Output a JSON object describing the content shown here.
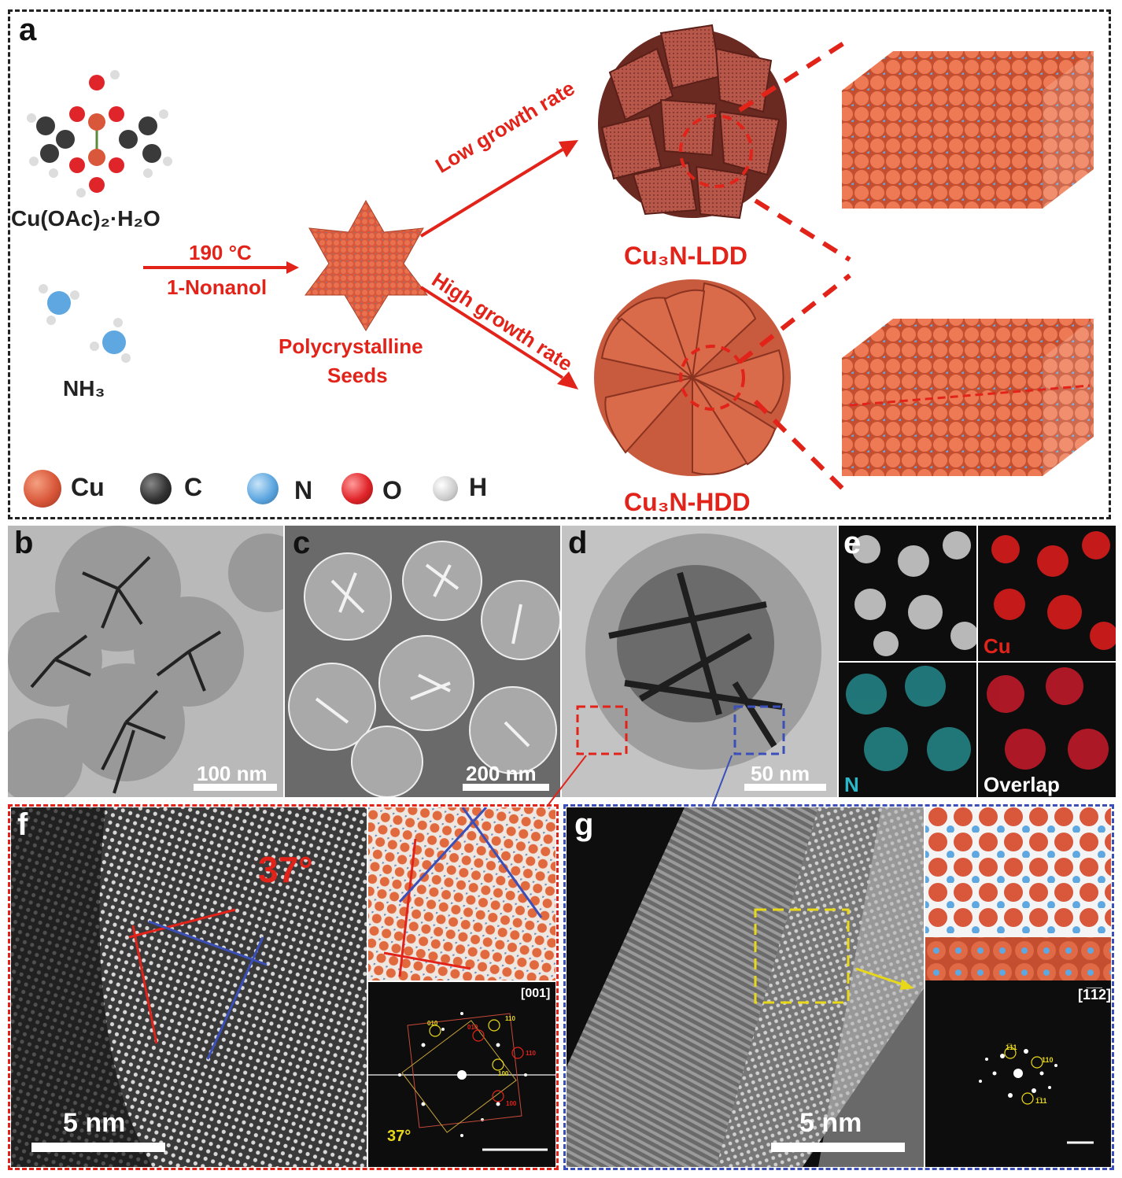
{
  "panels": {
    "a": {
      "letter": "a",
      "precursor": "Cu(OAc)₂·H₂O",
      "ammonia": "NH₃",
      "condition_temp": "190 °C",
      "condition_solvent": "1-Nonanol",
      "seeds_line1": "Polycrystalline",
      "seeds_line2": "Seeds",
      "low_rate": "Low growth rate",
      "high_rate": "High growth rate",
      "ldd_label": "Cu₃N-LDD",
      "hdd_label": "Cu₃N-HDD",
      "legend": [
        {
          "symbol": "Cu",
          "color": "#e0694a"
        },
        {
          "symbol": "C",
          "color": "#3a3a3a"
        },
        {
          "symbol": "N",
          "color": "#5ea7e0"
        },
        {
          "symbol": "O",
          "color": "#e0252a"
        },
        {
          "symbol": "H",
          "color": "#e6e6e6"
        }
      ]
    },
    "b": {
      "letter": "b",
      "scale": "100 nm"
    },
    "c": {
      "letter": "c",
      "scale": "200 nm"
    },
    "d": {
      "letter": "d",
      "scale": "50 nm"
    },
    "e": {
      "letter": "e",
      "map_cu": "Cu",
      "map_n": "N",
      "map_overlap": "Overlap"
    },
    "f": {
      "letter": "f",
      "angle": "37°",
      "scale": "5 nm",
      "zone_axis": "[001]",
      "fft_angle": "37°",
      "fft_spots": [
        "010",
        "010",
        "110",
        "110",
        "100",
        "100"
      ]
    },
    "g": {
      "letter": "g",
      "scale": "5 nm",
      "zone_axis": "[1̅1̅2]",
      "fft_spots": [
        "1̅11",
        "110",
        "1̅11"
      ]
    }
  },
  "colors": {
    "red": "#e2231a",
    "blue": "#3a4fb8",
    "yellow": "#e8d81a",
    "copper": "#d9573a",
    "nitrogen": "#5ea7e0"
  }
}
